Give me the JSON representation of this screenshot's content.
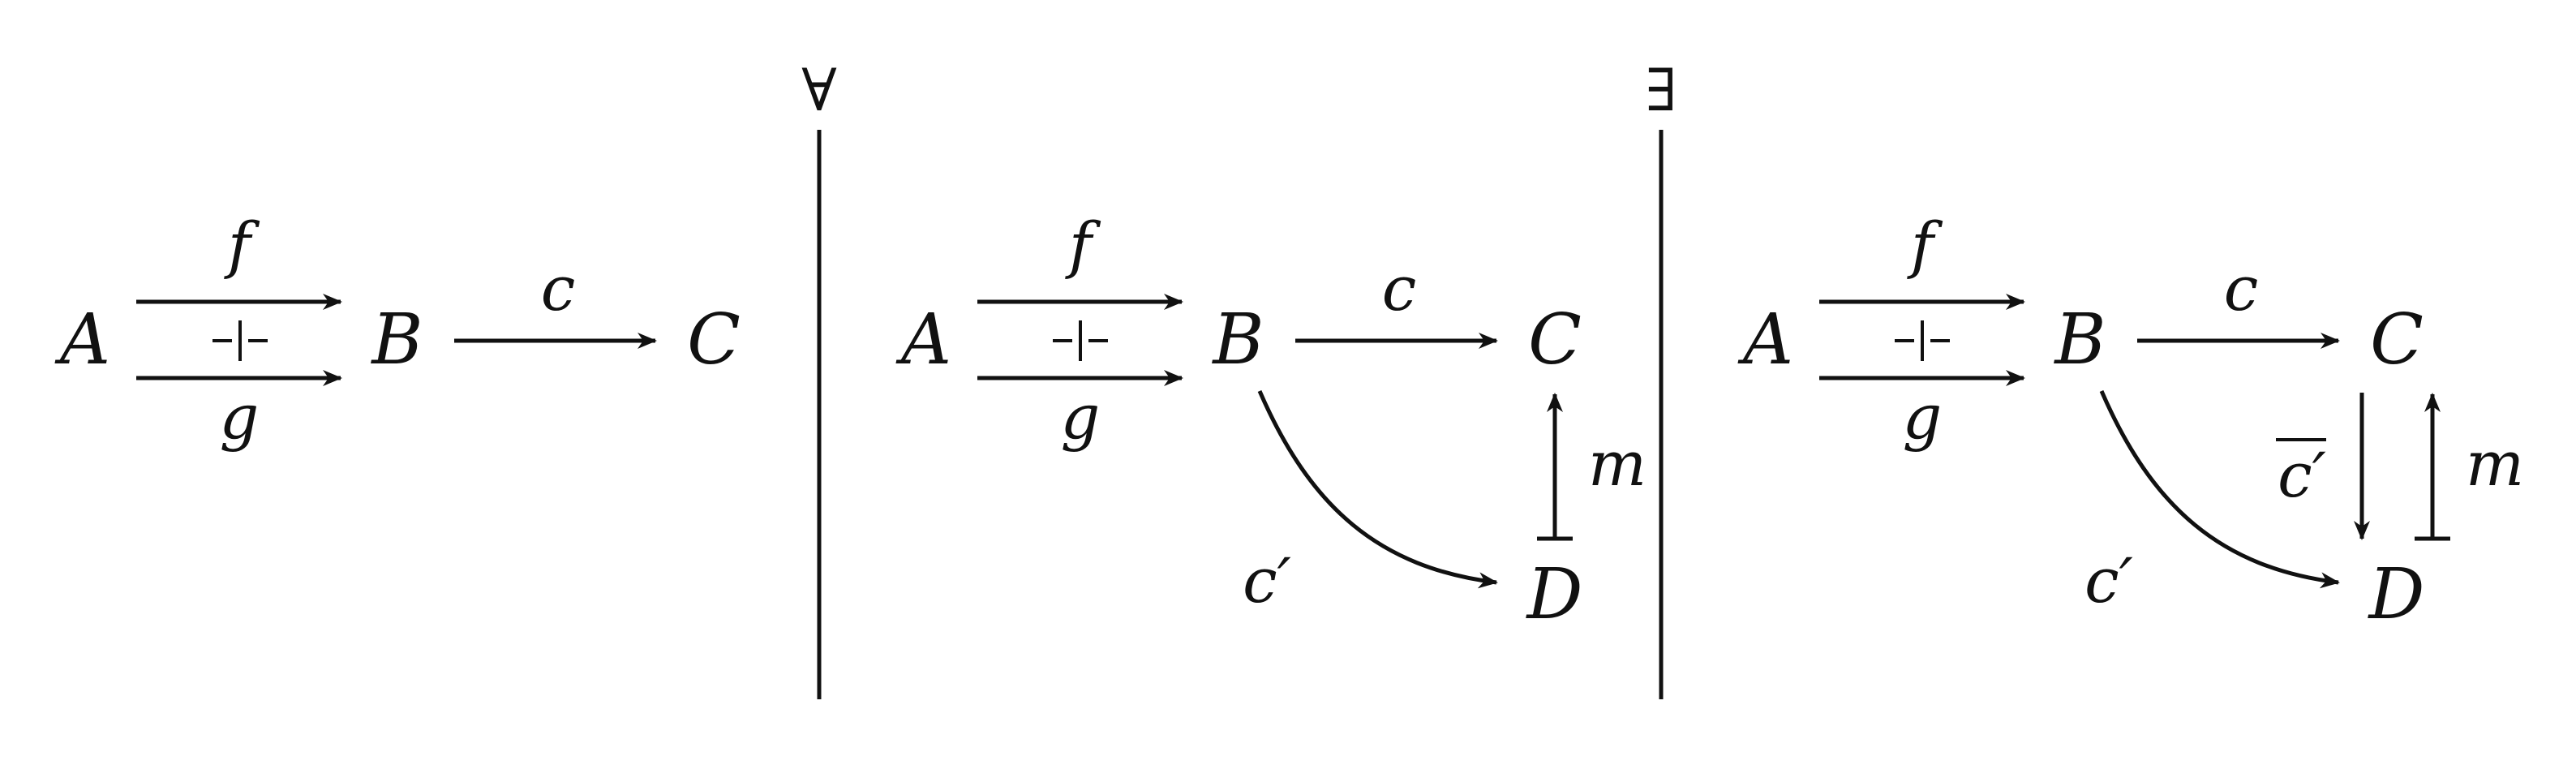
{
  "panels": [
    {
      "nodes": {
        "A": "A",
        "B": "B",
        "C": "C"
      },
      "arrows": {
        "f": "f",
        "g": "g",
        "c": "c"
      }
    },
    {
      "quantifier": "∀",
      "nodes": {
        "A": "A",
        "B": "B",
        "C": "C",
        "D": "D"
      },
      "arrows": {
        "f": "f",
        "g": "g",
        "c": "c",
        "cprime": "c′",
        "m": "m"
      }
    },
    {
      "quantifier": "∃",
      "nodes": {
        "A": "A",
        "B": "B",
        "C": "C",
        "D": "D"
      },
      "arrows": {
        "f": "f",
        "g": "g",
        "c": "c",
        "cprime": "c′",
        "cbar": "c′",
        "m": "m"
      }
    }
  ]
}
